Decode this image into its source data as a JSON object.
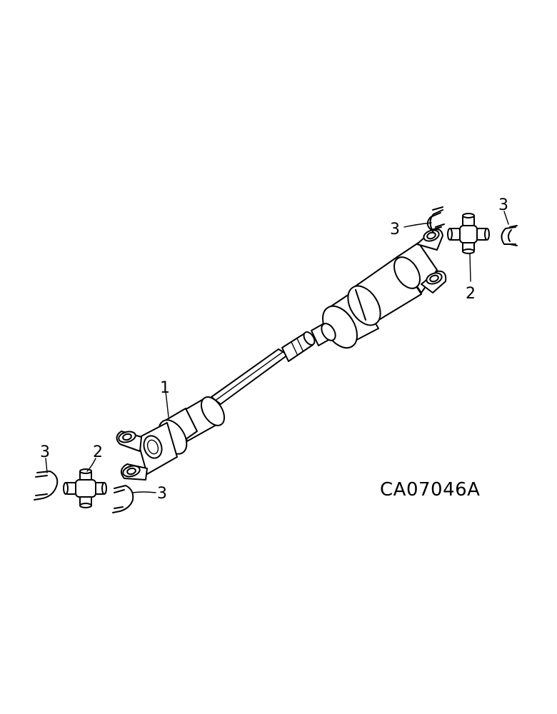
{
  "diagram": {
    "drawing_code": "CA07046A",
    "callouts": {
      "shaft": "1",
      "cross_upper_right": "2",
      "cross_lower_left": "2",
      "bolt_upper_right_outer": "3",
      "bolt_upper_right_inner": "3",
      "bolt_lower_left_outer": "3",
      "bolt_lower_left_inner": "3"
    }
  }
}
